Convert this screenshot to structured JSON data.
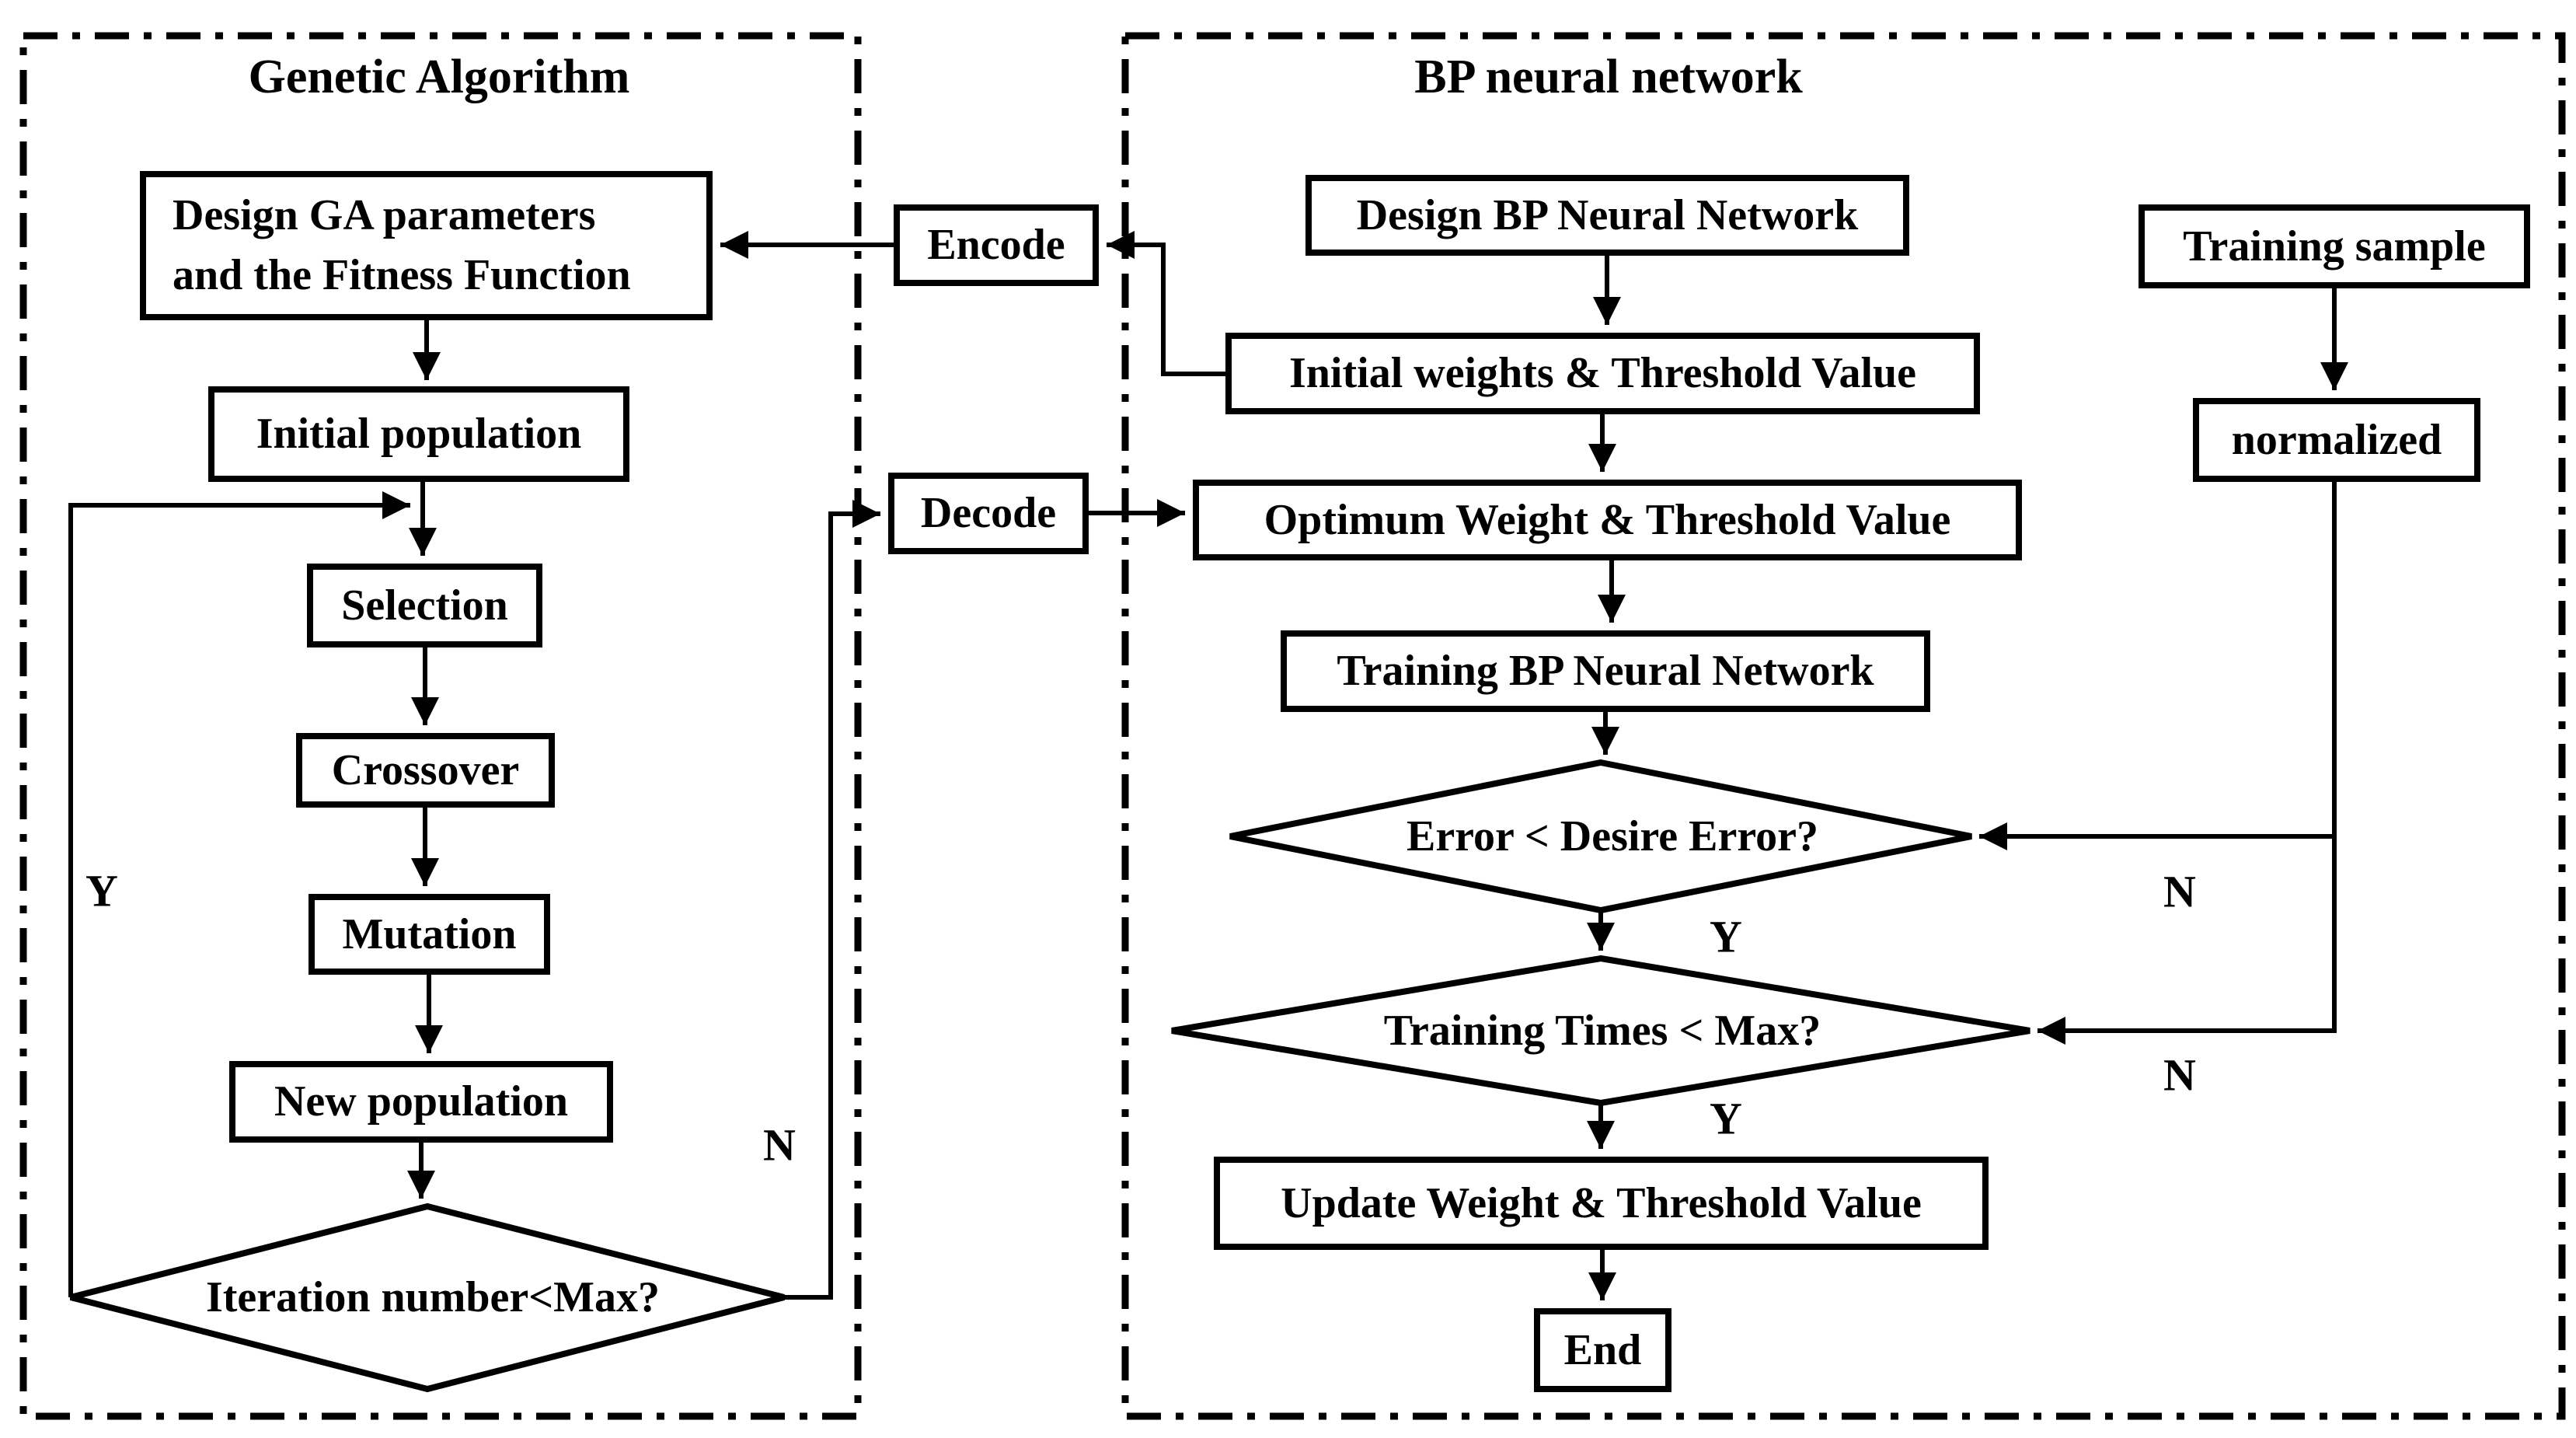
{
  "colors": {
    "ink": "#000000",
    "paper": "#ffffff"
  },
  "ga": {
    "title": "Genetic Algorithm",
    "design_line1": "Design GA parameters",
    "design_line2": "and the Fitness Function",
    "initial_population": "Initial population",
    "selection": "Selection",
    "crossover": "Crossover",
    "mutation": "Mutation",
    "new_population": "New population",
    "iteration_decision": "Iteration number<Max?",
    "yes_label": "Y",
    "no_label": "N"
  },
  "bridge": {
    "encode": "Encode",
    "decode": "Decode"
  },
  "bp": {
    "title": "BP neural network",
    "design": "Design BP Neural Network",
    "initial_weights": "Initial weights & Threshold Value",
    "optimum": "Optimum Weight & Threshold Value",
    "training": "Training BP Neural Network",
    "error_decision": "Error < Desire Error?",
    "times_decision": "Training Times < Max?",
    "update": "Update Weight & Threshold Value",
    "end": "End",
    "training_sample": "Training sample",
    "normalized": "normalized",
    "error_yes": "Y",
    "error_no": "N",
    "times_yes": "Y",
    "times_no": "N"
  }
}
